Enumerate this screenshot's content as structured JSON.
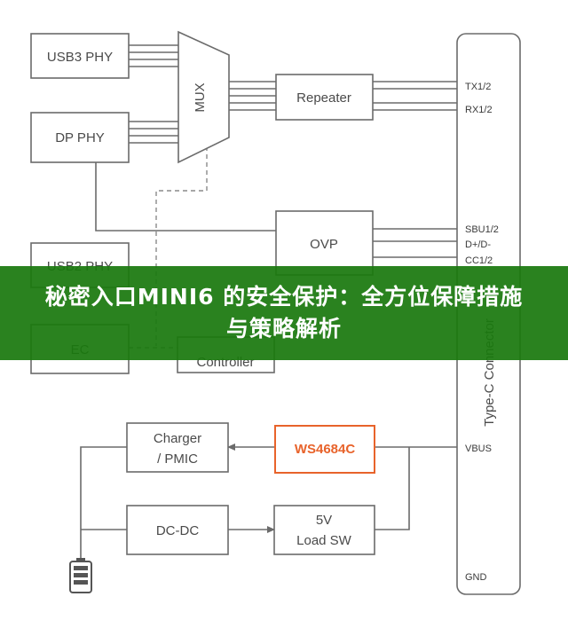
{
  "banner": {
    "title": "秘密入口MINI6 的安全保护：全方位保障措施与策略解析",
    "background": "#1a780e"
  },
  "diagram": {
    "blocks": {
      "usb3_phy": "USB3 PHY",
      "dp_phy": "DP PHY",
      "mux": "MUX",
      "repeater": "Repeater",
      "ovp": "OVP",
      "usb2_phy": "USB2 PHY",
      "ec": "EC",
      "controller": "Controller",
      "charger_line1": "Charger",
      "charger_line2": "/ PMIC",
      "ws4684c": "WS4684C",
      "dcdc": "DC-DC",
      "load_sw_line1": "5V",
      "load_sw_line2": "Load SW",
      "connector": "Type-C Connector"
    },
    "pins": {
      "tx": "TX1/2",
      "rx": "RX1/2",
      "sbu": "SBU1/2",
      "dpdm": "D+/D-",
      "cc": "CC1/2",
      "vbus": "VBUS",
      "gnd": "GND"
    },
    "colors": {
      "line": "#6b6b6b",
      "highlight": "#e8632b",
      "battery": "#555555"
    },
    "icons": [
      "battery-icon"
    ]
  }
}
